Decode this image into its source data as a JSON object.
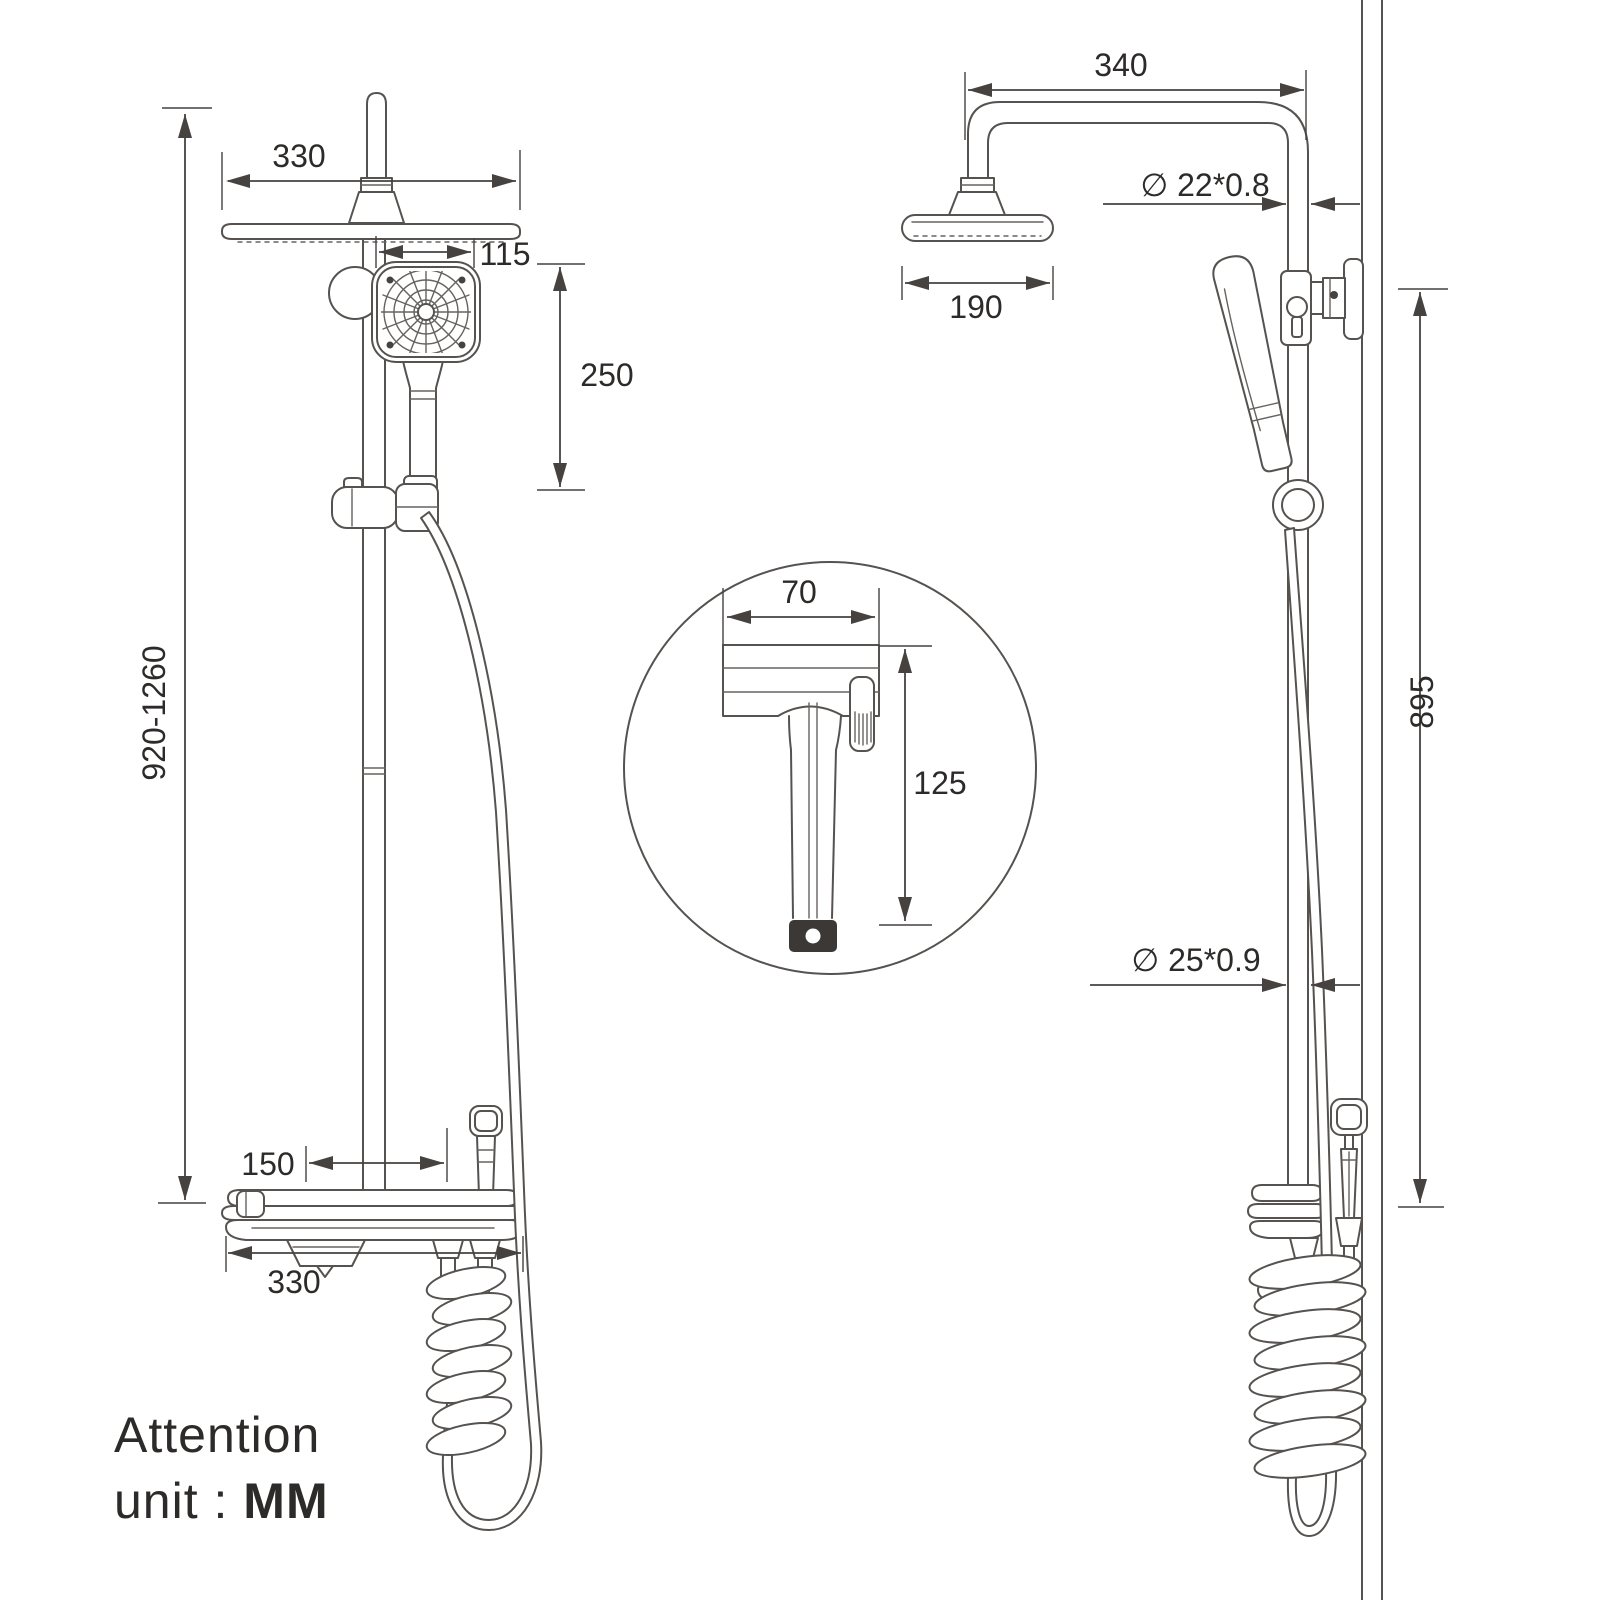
{
  "drawing": {
    "note": {
      "line1": "Attention",
      "line2_prefix": "unit : ",
      "line2_value": "MM"
    },
    "front_view": {
      "dim_head_width": "330",
      "dim_hand_shower_offset": "115",
      "dim_hand_shower_drop": "250",
      "dim_column_height_range": "920-1260",
      "dim_shelf_reach": "150",
      "dim_shelf_width": "330"
    },
    "side_view": {
      "dim_arm_reach": "340",
      "dim_head_depth": "190",
      "dim_upper_pipe": "∅ 22*0.8",
      "dim_lower_pipe": "∅ 25*0.9",
      "dim_slide_bar_height": "895"
    },
    "detail_view": {
      "dim_sprayer_head_width": "70",
      "dim_sprayer_length": "125"
    }
  }
}
